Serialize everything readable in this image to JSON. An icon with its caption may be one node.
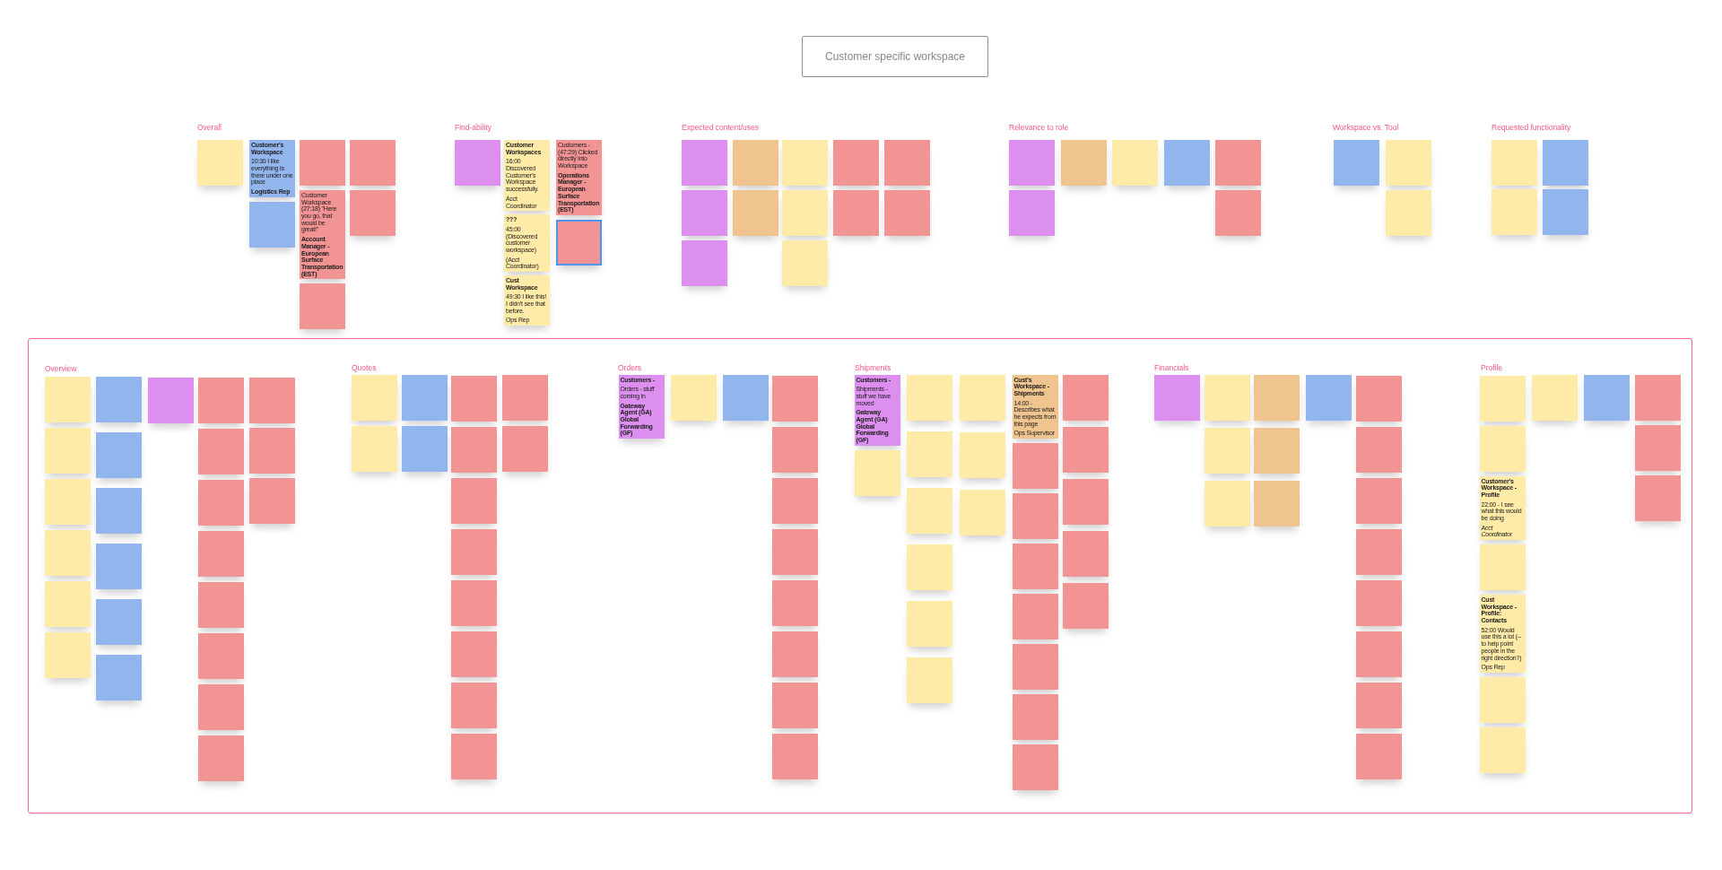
{
  "diagram": {
    "title": "Customer specific workspace",
    "nodes": [
      {
        "text": [],
        "shape": "box"
      },
      {
        "text": [
          "Customer's Workspace",
          "10:30 I like everything is there under one place",
          "Logistics Rep"
        ]
      },
      {
        "text": [],
        "shape": "box"
      },
      {
        "text": [],
        "shape": "box"
      },
      {
        "text": [
          "Customer Workspace (27:18) \"Here you go, that would be great!\"",
          "Account Manager - European Surface Transportation (EST)"
        ]
      },
      {
        "text": [],
        "shape": "box"
      },
      {
        "text": [],
        "shape": "box"
      },
      {
        "text": [],
        "shape": "box"
      },
      {
        "text": [],
        "shape": "box"
      },
      {
        "text": [
          "Customer Workspaces",
          "16:00 Discovered Customer's Workspace successfully.",
          "Acct Coordinator"
        ]
      },
      {
        "text": [
          "???",
          "45:00 (Discovered customer workspace)",
          "(Acct Coordinator)"
        ]
      },
      {
        "text": [
          "Cust Workspace",
          "49:30 I like this! I didn't see that before.",
          "Ops Rep"
        ]
      },
      {
        "text": [
          "Customers - (47:29) Clicked directly into Workspace",
          "Operations Manager - European Surface Transportation (EST)"
        ]
      },
      {
        "text": [],
        "shape": "box"
      },
      {
        "text": [],
        "shape": "box"
      },
      {
        "text": [],
        "shape": "box"
      },
      {
        "text": [],
        "shape": "box"
      },
      {
        "text": [],
        "shape": "box"
      },
      {
        "text": [],
        "shape": "box"
      },
      {
        "text": [],
        "shape": "box"
      },
      {
        "text": [],
        "shape": "box"
      },
      {
        "text": [],
        "shape": "box"
      },
      {
        "text": [],
        "shape": "box"
      },
      {
        "text": [],
        "shape": "box"
      },
      {
        "text": [],
        "shape": "box"
      },
      {
        "text": [],
        "shape": "box"
      },
      {
        "text": [],
        "shape": "box"
      },
      {
        "text": [],
        "shape": "box"
      },
      {
        "text": [],
        "shape": "box"
      },
      {
        "text": [],
        "shape": "box"
      },
      {
        "text": [],
        "shape": "box"
      },
      {
        "text": [],
        "shape": "box"
      },
      {
        "text": [],
        "shape": "box"
      },
      {
        "text": [],
        "shape": "box"
      },
      {
        "text": [],
        "shape": "box"
      },
      {
        "text": [],
        "shape": "box"
      },
      {
        "text": [],
        "shape": "box"
      },
      {
        "text": [],
        "shape": "box"
      },
      {
        "text": [],
        "shape": "box"
      },
      {
        "text": [],
        "shape": "box"
      },
      {
        "text": [],
        "shape": "box"
      },
      {
        "text": [],
        "shape": "box",
        "in": 40
      },
      {
        "text": [],
        "shape": "box",
        "in": 40
      },
      {
        "text": [],
        "shape": "box",
        "in": 40
      },
      {
        "text": [],
        "shape": "box",
        "in": 40
      },
      {
        "text": [],
        "shape": "box",
        "in": 40
      },
      {
        "text": [],
        "shape": "box",
        "in": 40
      },
      {
        "text": [],
        "shape": "box",
        "in": 40
      },
      {
        "text": [],
        "shape": "box",
        "in": 40
      },
      {
        "text": [],
        "shape": "box",
        "in": 40
      },
      {
        "text": [],
        "shape": "box",
        "in": 40
      },
      {
        "text": [],
        "shape": "box",
        "in": 40
      },
      {
        "text": [],
        "shape": "box",
        "in": 40
      },
      {
        "text": [],
        "shape": "box",
        "in": 40
      },
      {
        "text": [],
        "shape": "box",
        "in": 40
      },
      {
        "text": [],
        "shape": "box",
        "in": 40
      },
      {
        "text": [],
        "shape": "box",
        "in": 40
      },
      {
        "text": [],
        "shape": "box",
        "in": 40
      },
      {
        "text": [],
        "shape": "box",
        "in": 40
      },
      {
        "text": [],
        "shape": "box",
        "in": 40
      },
      {
        "text": [],
        "shape": "box",
        "in": 40
      },
      {
        "text": [],
        "shape": "box",
        "in": 40
      },
      {
        "text": [],
        "shape": "box",
        "in": 40
      },
      {
        "text": [],
        "shape": "box",
        "in": 40
      },
      {
        "text": [],
        "shape": "box",
        "in": 40
      },
      {
        "text": [],
        "shape": "box",
        "in": 40
      },
      {
        "text": [],
        "shape": "box",
        "in": 40
      },
      {
        "text": [],
        "shape": "box",
        "in": 40
      },
      {
        "text": [],
        "shape": "box",
        "in": 40
      },
      {
        "text": [],
        "shape": "box",
        "in": 40
      },
      {
        "text": [],
        "shape": "box",
        "in": 40
      },
      {
        "text": [],
        "shape": "box",
        "in": 40
      },
      {
        "text": [],
        "shape": "box",
        "in": 40
      },
      {
        "text": [],
        "shape": "box",
        "in": 40
      },
      {
        "text": [],
        "shape": "box",
        "in": 40
      },
      {
        "text": [],
        "shape": "box",
        "in": 40
      },
      {
        "text": [],
        "shape": "box",
        "in": 40
      },
      {
        "text": [],
        "shape": "box",
        "in": 40
      },
      {
        "text": [],
        "shape": "box",
        "in": 40
      },
      {
        "text": [
          "Customers -",
          "Orders - stuff coming in",
          "Gateway Agent (GA) Global Forwarding (GF)"
        ],
        "in": 40
      },
      {
        "text": [],
        "shape": "box",
        "in": 40
      },
      {
        "text": [],
        "shape": "box",
        "in": 40
      },
      {
        "text": [],
        "shape": "box",
        "in": 40
      },
      {
        "text": [],
        "shape": "box",
        "in": 40
      },
      {
        "text": [],
        "shape": "box",
        "in": 40
      },
      {
        "text": [],
        "shape": "box",
        "in": 40
      },
      {
        "text": [],
        "shape": "box",
        "in": 40
      },
      {
        "text": [],
        "shape": "box",
        "in": 40
      },
      {
        "text": [],
        "shape": "box",
        "in": 40
      },
      {
        "text": [],
        "shape": "box",
        "in": 40
      },
      {
        "text": [
          "Customers -",
          "Shipments - stuff we have moved",
          "Gateway Agent (GA) Global Forwarding (GF)"
        ],
        "in": 40
      },
      {
        "text": [],
        "shape": "box",
        "in": 40
      },
      {
        "text": [],
        "shape": "box",
        "in": 40
      },
      {
        "text": [],
        "shape": "box",
        "in": 40
      },
      {
        "text": [],
        "shape": "box",
        "in": 40
      },
      {
        "text": [],
        "shape": "box",
        "in": 40
      },
      {
        "text": [],
        "shape": "box",
        "in": 40
      },
      {
        "text": [],
        "shape": "box",
        "in": 40
      },
      {
        "text": [],
        "shape": "box",
        "in": 40
      },
      {
        "text": [],
        "shape": "box",
        "in": 40
      },
      {
        "text": [],
        "shape": "box",
        "in": 40
      },
      {
        "text": [
          "Cust's Workspace - Shipments",
          "14:00 - Describes what he expects from this page",
          "Ops Supervisor"
        ],
        "in": 40
      },
      {
        "text": [],
        "shape": "box",
        "in": 40
      },
      {
        "text": [],
        "shape": "box",
        "in": 40
      },
      {
        "text": [],
        "shape": "box",
        "in": 40
      },
      {
        "text": [],
        "shape": "box",
        "in": 40
      },
      {
        "text": [],
        "shape": "box",
        "in": 40
      },
      {
        "text": [],
        "shape": "box",
        "in": 40
      },
      {
        "text": [],
        "shape": "box",
        "in": 40
      },
      {
        "text": [],
        "shape": "box",
        "in": 40
      },
      {
        "text": [],
        "shape": "box",
        "in": 40
      },
      {
        "text": [],
        "shape": "box",
        "in": 40
      },
      {
        "text": [],
        "shape": "box",
        "in": 40
      },
      {
        "text": [],
        "shape": "box",
        "in": 40
      },
      {
        "text": [],
        "shape": "box",
        "in": 40
      },
      {
        "text": [],
        "shape": "box",
        "in": 40
      },
      {
        "text": [],
        "shape": "box",
        "in": 40
      },
      {
        "text": [],
        "shape": "box",
        "in": 40
      },
      {
        "text": [],
        "shape": "box",
        "in": 40
      },
      {
        "text": [],
        "shape": "box",
        "in": 40
      },
      {
        "text": [],
        "shape": "box",
        "in": 40
      },
      {
        "text": [],
        "shape": "box",
        "in": 40
      },
      {
        "text": [],
        "shape": "box",
        "in": 40
      },
      {
        "text": [],
        "shape": "box",
        "in": 40
      },
      {
        "text": [],
        "shape": "box",
        "in": 40
      },
      {
        "text": [],
        "shape": "box",
        "in": 40
      },
      {
        "text": [],
        "shape": "box",
        "in": 40
      },
      {
        "text": [],
        "shape": "box",
        "in": 40
      },
      {
        "text": [],
        "shape": "box",
        "in": 40
      },
      {
        "text": [],
        "shape": "box",
        "in": 40
      },
      {
        "text": [],
        "shape": "box",
        "in": 40
      },
      {
        "text": [],
        "shape": "box",
        "in": 40
      },
      {
        "text": [
          "Customer's Workspace - Profile",
          "22:00 - I see what this would be doing",
          "Acct Coordinator"
        ],
        "in": 40
      },
      {
        "text": [],
        "shape": "box",
        "in": 40
      },
      {
        "text": [
          "Cust Workspace - Profile: Contacts",
          "52:00 Would use this a lot (-- to help point people in the right direction?)",
          "Ops Rep"
        ],
        "in": 40
      },
      {
        "text": [],
        "shape": "box",
        "in": 40
      },
      {
        "text": [],
        "shape": "box",
        "in": 40
      },
      {
        "text": [],
        "shape": "box",
        "in": 40
      },
      {
        "text": [],
        "shape": "box",
        "in": 40
      },
      {
        "text": [],
        "shape": "box",
        "in": 40
      },
      {
        "text": [],
        "shape": "box",
        "in": 40
      },
      {
        "text": [],
        "shape": "box",
        "in": 40
      }
    ],
    "labels": [
      "Overall",
      "Find-ability",
      "Expected content/uses",
      "Relevance to role",
      "Workspace vs. Tool",
      "Requested functionality",
      "Overview",
      "Quotes",
      "Orders",
      "Shipments",
      "Financials",
      "Profile"
    ]
  }
}
